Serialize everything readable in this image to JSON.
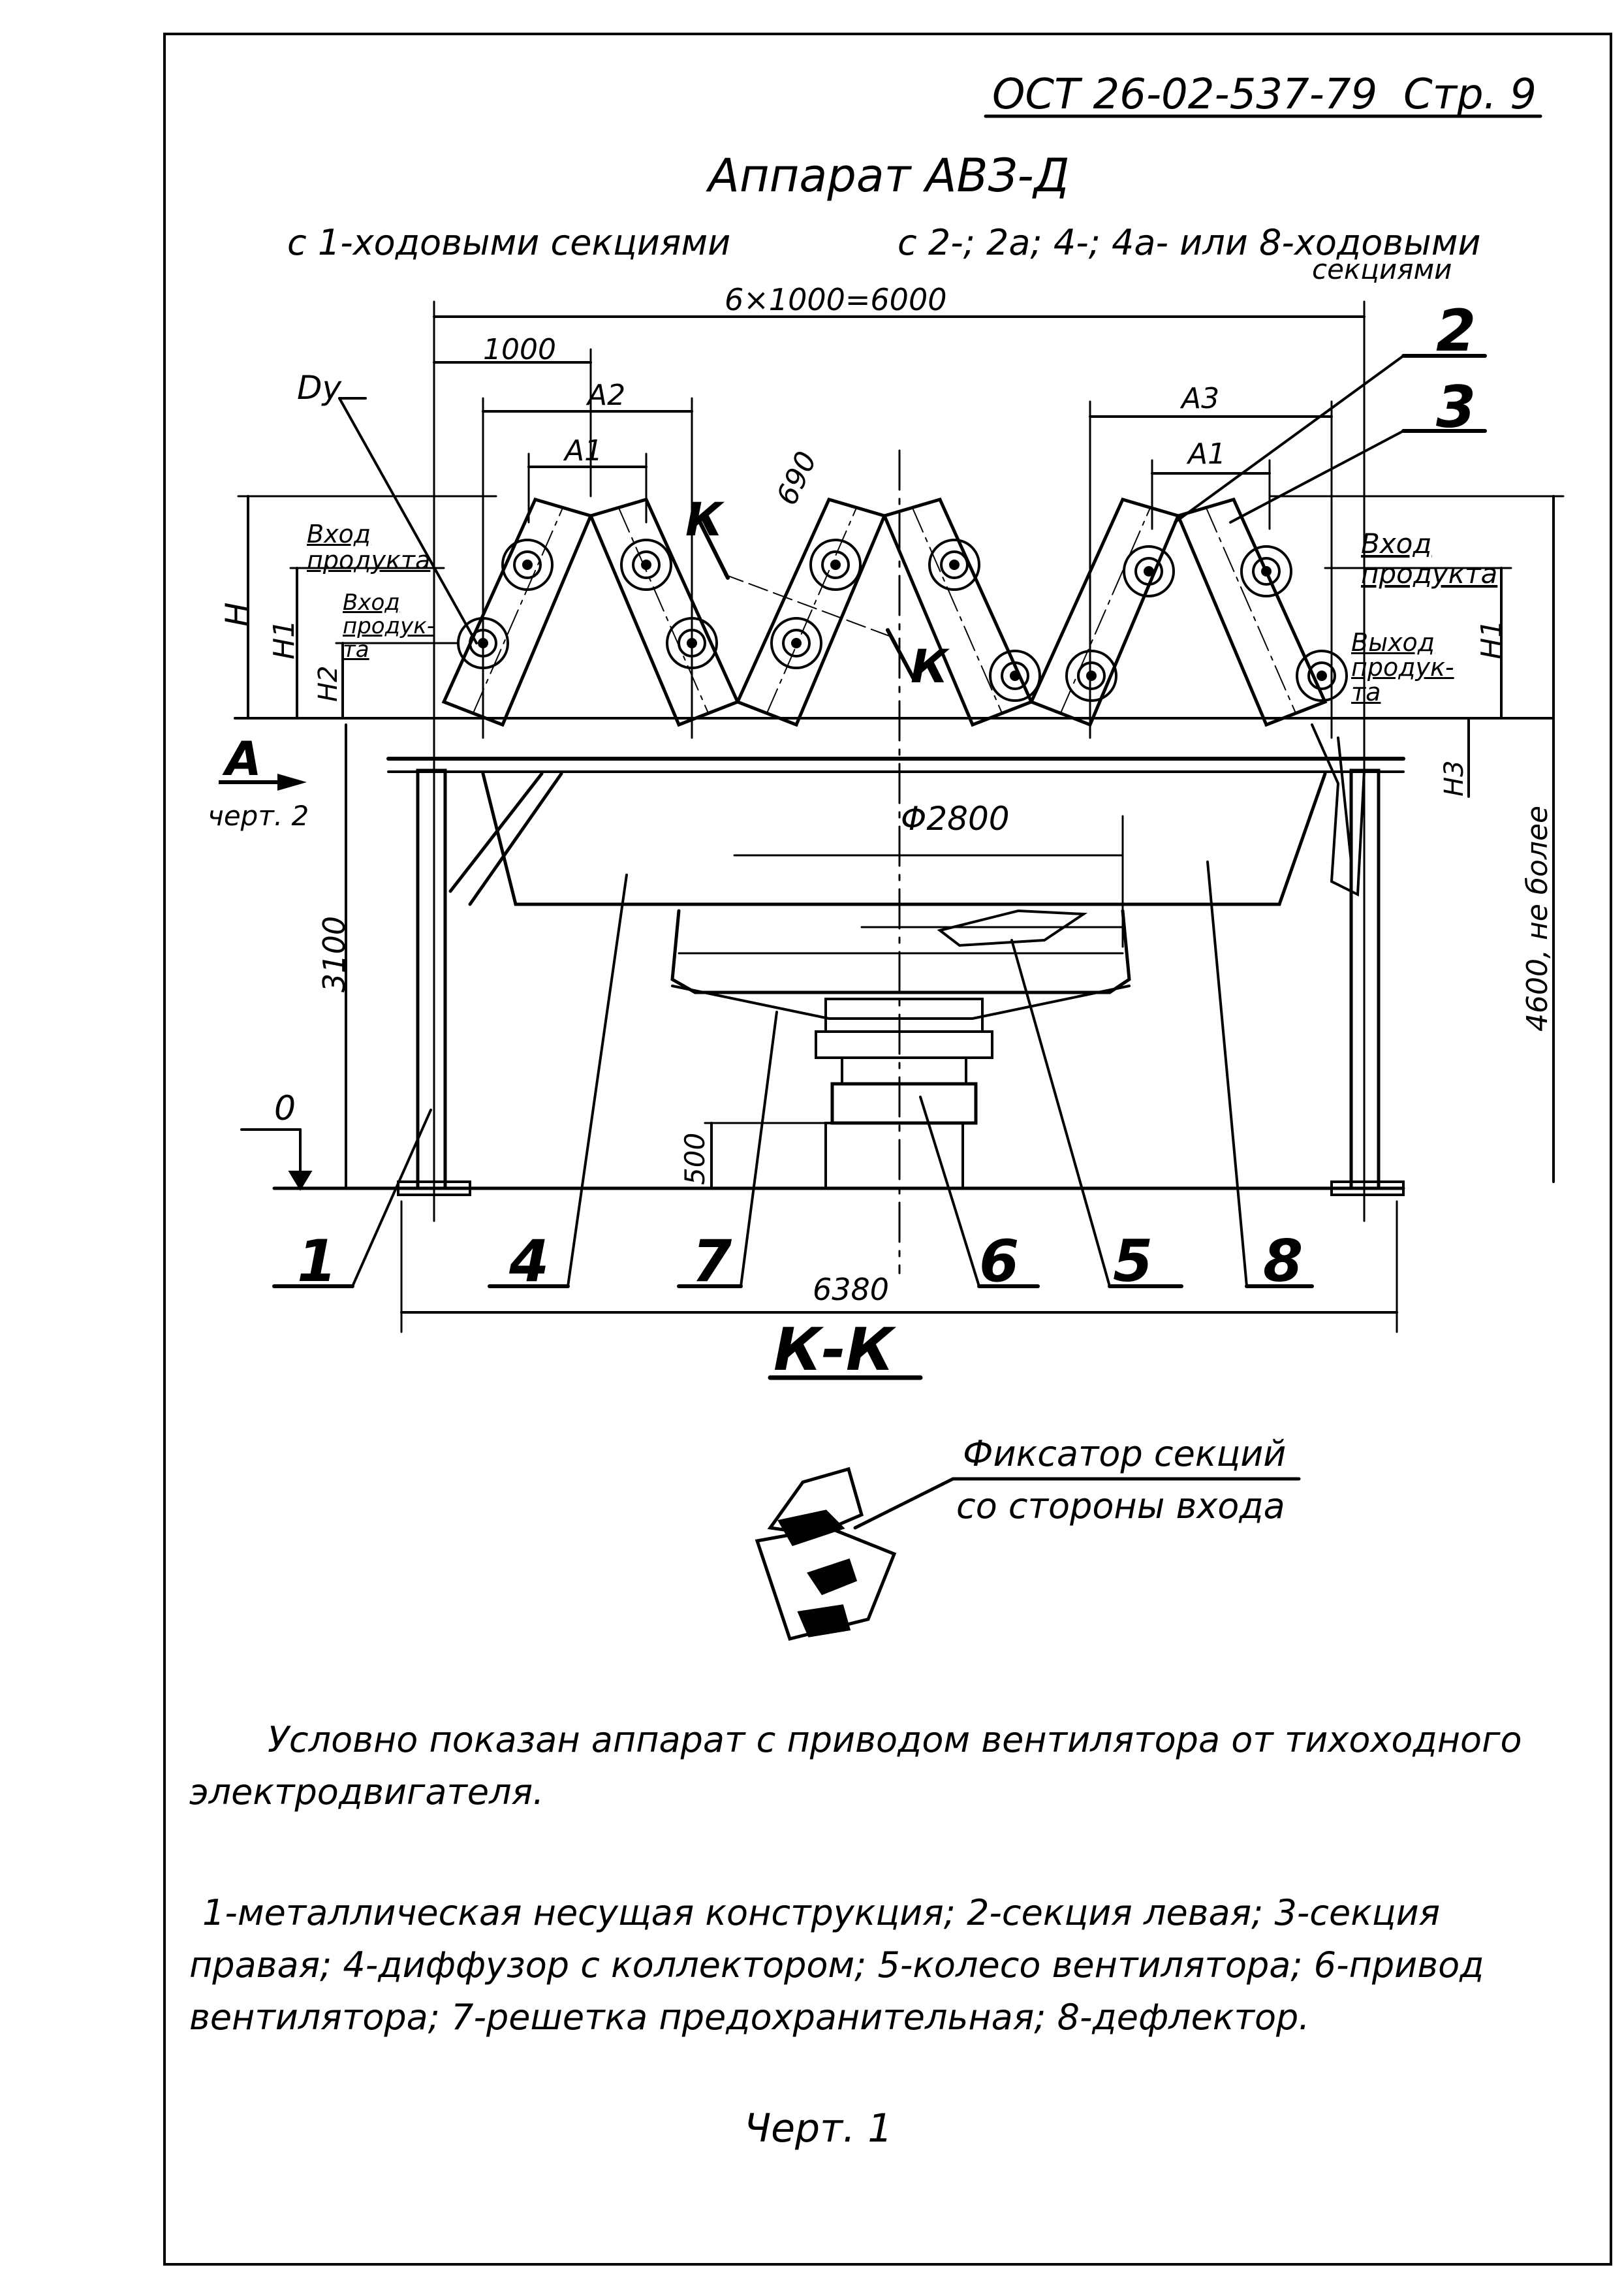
{
  "header": {
    "standard": "ОСТ 26-02-537-79",
    "page_label": "Стр. 9"
  },
  "title": "Аппарат АВЗ-Д",
  "subtitles": {
    "left": "с 1-ходовыми секциями",
    "right_line1": "с 2-; 2а; 4-; 4а- или 8-ходовыми",
    "right_line2": "секциями"
  },
  "dimensions": {
    "overall_top": "6×1000=6000",
    "pitch": "1000",
    "a2": "A2",
    "a1_left": "A1",
    "a3": "A3",
    "a1_right": "A1",
    "dy": "Dy",
    "section_len": "690",
    "h": "H",
    "h1_left": "H1",
    "h2": "H2",
    "h1_right": "H1",
    "h3": "H3",
    "diameter": "Φ2800",
    "support_height": "3100",
    "total_height": "4600, не более",
    "base_height": "500",
    "overall_width": "6380",
    "zero_level": "0"
  },
  "labels": {
    "inlet_product_top_left": "Вход продукта",
    "inlet_product_bottom_left": "Вход продук-та",
    "inlet_product_right": "Вход продукта",
    "outlet_product_right": "Выход продук-та",
    "view_a": "А",
    "view_a_ref": "черт. 2",
    "cut_mark": "К"
  },
  "callouts": [
    "1",
    "4",
    "7",
    "6",
    "5",
    "8",
    "2",
    "3"
  ],
  "section": {
    "title": "К-К",
    "caption_line1": "Фиксатор секций",
    "caption_line2": "со стороны входа"
  },
  "notes": {
    "condition": "Условно показан аппарат с приводом вентилятора от тихоходного электродвигателя.",
    "legend": "1-металлическая несущая конструкция; 2-секция левая; 3-секция правая; 4-диффузор с коллектором; 5-колесо вентилятора; 6-привод вентилятора; 7-решетка предохранительная; 8-дефлектор.",
    "figure": "Черт. 1"
  }
}
